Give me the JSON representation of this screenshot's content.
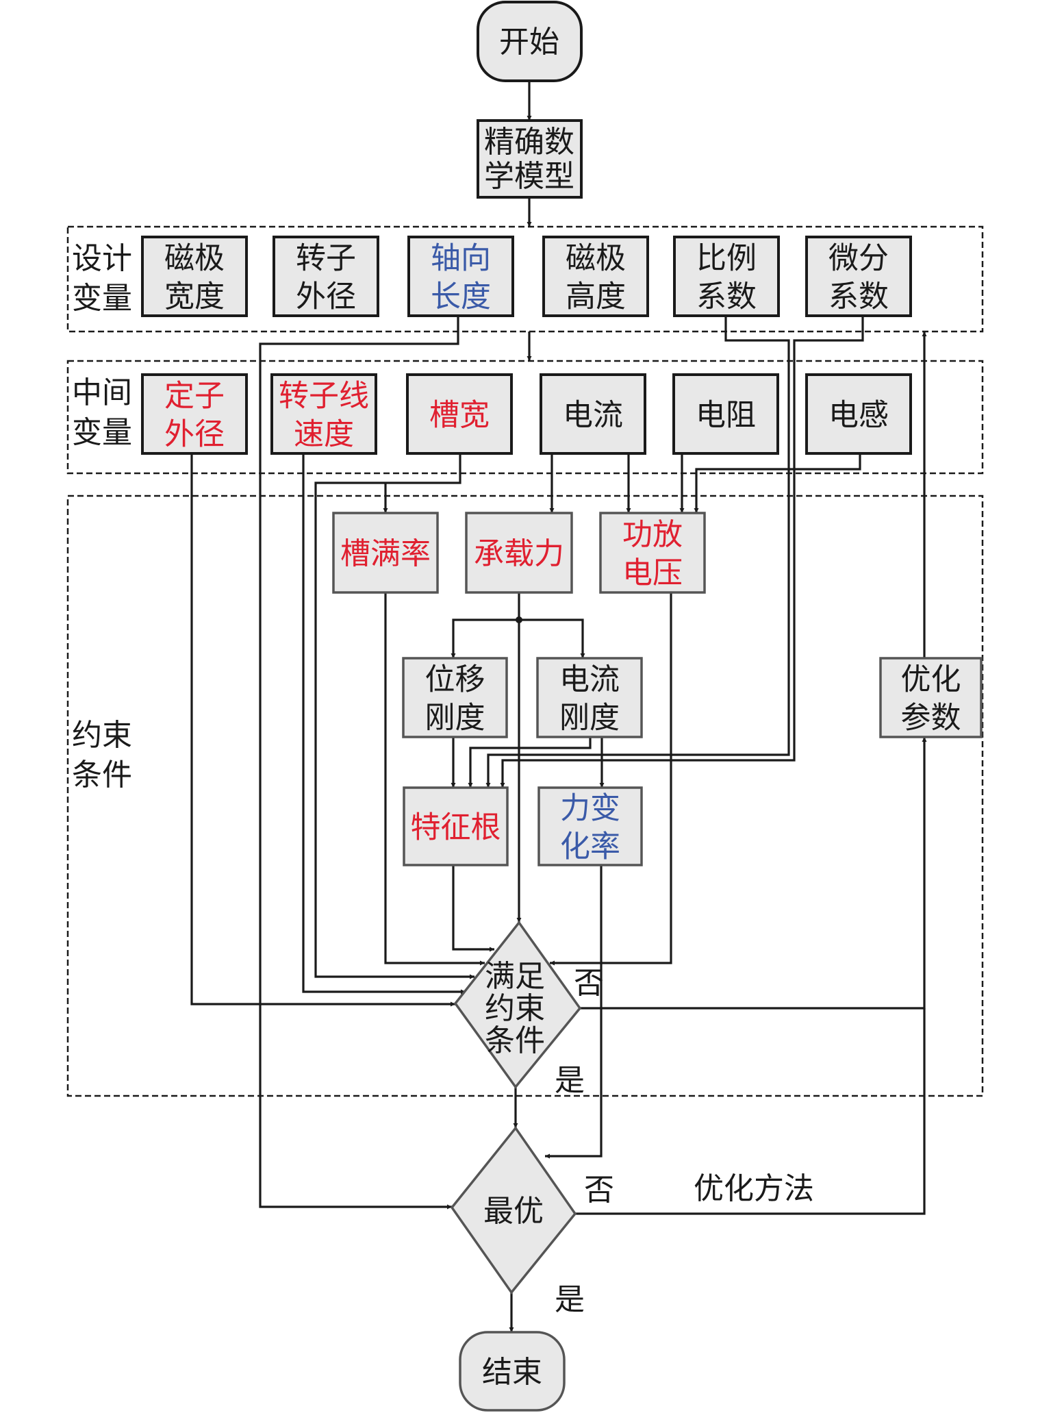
{
  "colors": {
    "text_default": "#1a1a1a",
    "text_red": "#e02030",
    "text_blue": "#3a5aa8",
    "box_fill": "#e8e8e8"
  },
  "flow": {
    "start": "开始",
    "model": [
      "精确数",
      "学模型"
    ],
    "end": "结束"
  },
  "groups": {
    "design_label": [
      "设计",
      "变量"
    ],
    "intermediate_label": [
      "中间",
      "变量"
    ],
    "constraint_label": [
      "约束",
      "条件"
    ]
  },
  "design_variables": [
    {
      "lines": [
        "磁极",
        "宽度"
      ],
      "color": "default"
    },
    {
      "lines": [
        "转子",
        "外径"
      ],
      "color": "default"
    },
    {
      "lines": [
        "轴向",
        "长度"
      ],
      "color": "blue"
    },
    {
      "lines": [
        "磁极",
        "高度"
      ],
      "color": "default"
    },
    {
      "lines": [
        "比例",
        "系数"
      ],
      "color": "default"
    },
    {
      "lines": [
        "微分",
        "系数"
      ],
      "color": "default"
    }
  ],
  "intermediate_variables": [
    {
      "lines": [
        "定子",
        "外径"
      ],
      "color": "red"
    },
    {
      "lines": [
        "转子线",
        "速度"
      ],
      "color": "red"
    },
    {
      "lines": [
        "槽宽"
      ],
      "color": "red"
    },
    {
      "lines": [
        "电流"
      ],
      "color": "default"
    },
    {
      "lines": [
        "电阻"
      ],
      "color": "default"
    },
    {
      "lines": [
        "电感"
      ],
      "color": "default"
    }
  ],
  "constraints": {
    "slot_fill": {
      "lines": [
        "槽满率"
      ],
      "color": "red"
    },
    "load_capacity": {
      "lines": [
        "承载力"
      ],
      "color": "red"
    },
    "amp_voltage": {
      "lines": [
        "功放",
        "电压"
      ],
      "color": "red"
    },
    "displacement_stiffness": {
      "lines": [
        "位移",
        "刚度"
      ],
      "color": "default"
    },
    "current_stiffness": {
      "lines": [
        "电流",
        "刚度"
      ],
      "color": "default"
    },
    "eigenvalue": {
      "lines": [
        "特征根"
      ],
      "color": "red"
    },
    "force_rate": {
      "lines": [
        "力变化率"
      ],
      "color": "blue",
      "wrap": [
        "力变",
        "化率"
      ]
    },
    "optimize_params": {
      "lines": [
        "优化",
        "参数"
      ],
      "color": "default"
    }
  },
  "decisions": {
    "constraint_check": [
      "满足",
      "约束",
      "条件"
    ],
    "optimal": "最优",
    "yes": "是",
    "no": "否"
  },
  "optimization_method_label": "优化方法"
}
